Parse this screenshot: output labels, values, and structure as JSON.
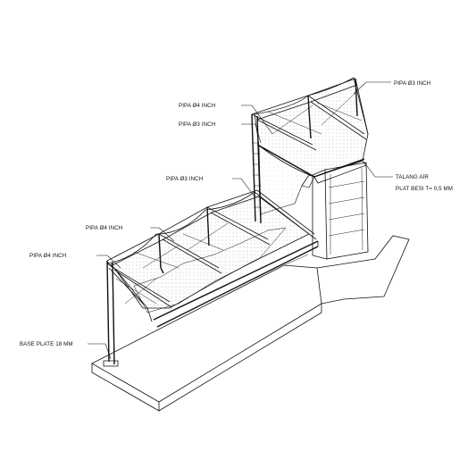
{
  "labels": {
    "pipa_3_top": "PIPA Ø3 INCH",
    "pipa_4_upper": "PIPA Ø4 INCH",
    "pipa_3_upper": "PIPA Ø3 INCH",
    "pipa_3_mid": "PIPA Ø3 INCH",
    "pipa_4_mid": "PIPA Ø4 INCH",
    "pipa_4_left": "PIPA Ø4 INCH",
    "talang_air": "TALANG AIR",
    "plat_besi": "PLAT BESI T= 0,5 MM",
    "base_plate": "BASE PLATE 18 MM"
  }
}
